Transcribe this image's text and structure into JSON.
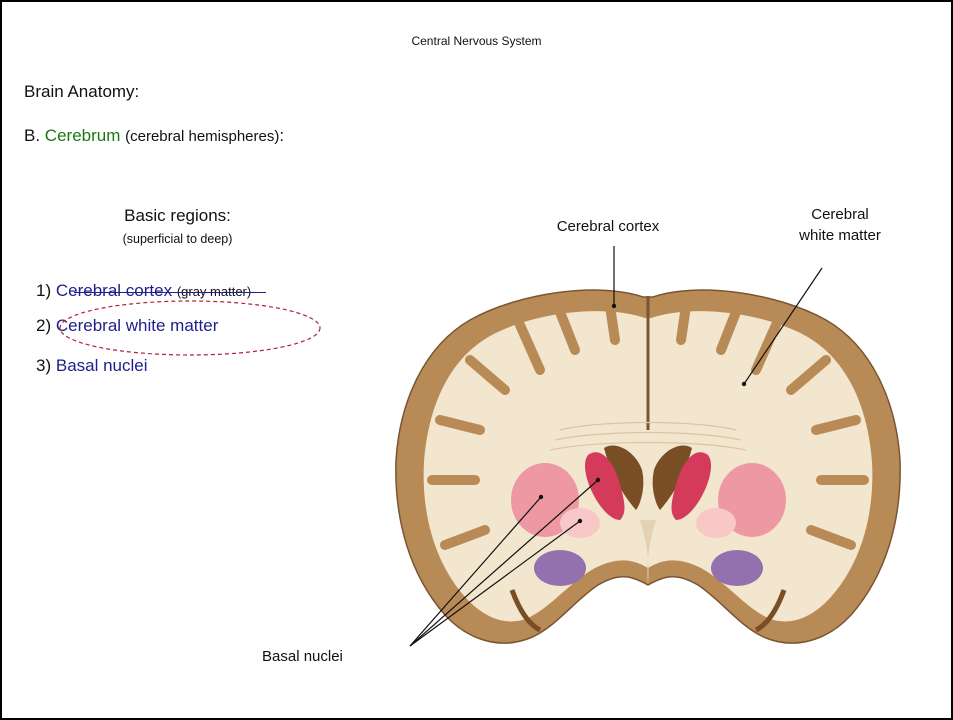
{
  "header": {
    "title": "Central Nervous System"
  },
  "heading": "Brain Anatomy:",
  "section": {
    "letter": "B.",
    "term": "Cerebrum",
    "paren": "(cerebral hemispheres)",
    "colon": ":"
  },
  "regions": {
    "title": "Basic regions:",
    "subtitle": "(superficial to deep)",
    "items": [
      {
        "num": "1)",
        "label": "Cerebral cortex",
        "note": "(gray matter)"
      },
      {
        "num": "2)",
        "label": "Cerebral white matter"
      },
      {
        "num": "3)",
        "label": "Basal nuclei"
      }
    ]
  },
  "figure_labels": {
    "cortex": "Cerebral cortex",
    "white_line1": "Cerebral",
    "white_line2": "white matter",
    "basal": "Basal nuclei"
  },
  "colors": {
    "term_green": "#1a7a12",
    "list_blue": "#1e1e8c",
    "highlight_ellipse": "#b0203a",
    "gray_matter": "#b88a55",
    "white_matter": "#f2e6cf",
    "ventricle": "#7a4e24",
    "caudate": "#d43a5a",
    "putamen": "#ee98a3",
    "globus": "#f8c8c8",
    "thalamus": "#9470ae"
  }
}
